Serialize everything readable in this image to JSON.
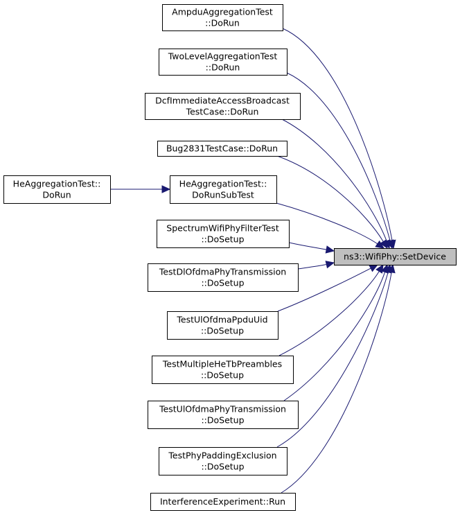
{
  "graph": {
    "edge_color": "#191970",
    "target_fill": "#bfbfbf",
    "target": {
      "id": "setdevice",
      "lines": [
        "ns3::WifiPhy::SetDevice"
      ]
    },
    "nodes": [
      {
        "id": "ampdu",
        "lines": [
          "AmpduAggregationTest",
          "::DoRun"
        ]
      },
      {
        "id": "twolevel",
        "lines": [
          "TwoLevelAggregationTest",
          "::DoRun"
        ]
      },
      {
        "id": "dcf",
        "lines": [
          "DcfImmediateAccessBroadcast",
          "TestCase::DoRun"
        ]
      },
      {
        "id": "bug2831",
        "lines": [
          "Bug2831TestCase::DoRun"
        ]
      },
      {
        "id": "heaggsub",
        "lines": [
          "HeAggregationTest::",
          "DoRunSubTest"
        ]
      },
      {
        "id": "heagg",
        "lines": [
          "HeAggregationTest::",
          "DoRun"
        ]
      },
      {
        "id": "spectrum",
        "lines": [
          "SpectrumWifiPhyFilterTest",
          "::DoSetup"
        ]
      },
      {
        "id": "dlofdma",
        "lines": [
          "TestDlOfdmaPhyTransmission",
          "::DoSetup"
        ]
      },
      {
        "id": "ulppdu",
        "lines": [
          "TestUlOfdmaPpduUid",
          "::DoSetup"
        ]
      },
      {
        "id": "multihe",
        "lines": [
          "TestMultipleHeTbPreambles",
          "::DoSetup"
        ]
      },
      {
        "id": "ulofdma",
        "lines": [
          "TestUlOfdmaPhyTransmission",
          "::DoSetup"
        ]
      },
      {
        "id": "padding",
        "lines": [
          "TestPhyPaddingExclusion",
          "::DoSetup"
        ]
      },
      {
        "id": "interf",
        "lines": [
          "InterferenceExperiment::Run"
        ]
      }
    ],
    "edges": [
      {
        "from": "ampdu",
        "to": "setdevice"
      },
      {
        "from": "twolevel",
        "to": "setdevice"
      },
      {
        "from": "dcf",
        "to": "setdevice"
      },
      {
        "from": "bug2831",
        "to": "setdevice"
      },
      {
        "from": "heaggsub",
        "to": "setdevice"
      },
      {
        "from": "spectrum",
        "to": "setdevice"
      },
      {
        "from": "dlofdma",
        "to": "setdevice"
      },
      {
        "from": "ulppdu",
        "to": "setdevice"
      },
      {
        "from": "multihe",
        "to": "setdevice"
      },
      {
        "from": "ulofdma",
        "to": "setdevice"
      },
      {
        "from": "padding",
        "to": "setdevice"
      },
      {
        "from": "interf",
        "to": "setdevice"
      },
      {
        "from": "heagg",
        "to": "heaggsub"
      }
    ]
  }
}
